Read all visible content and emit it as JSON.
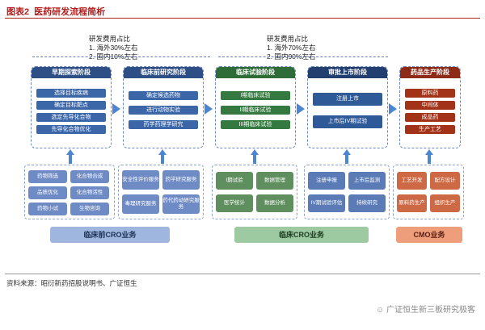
{
  "header": {
    "figure_no": "图表2",
    "title": "医药研发流程简析"
  },
  "notes": {
    "left": {
      "line1": "研发费用占比",
      "line2": "1. 海外30%左右",
      "line3": "2. 国内10%左右"
    },
    "right": {
      "line1": "研发费用占比",
      "line2": "1. 海外70%左右",
      "line3": "2. 国内90%左右"
    }
  },
  "stages": [
    {
      "title": "早期探索阶段",
      "items": [
        "选择目标疾病",
        "确定目标靶点",
        "选定先导化合物",
        "先导化合物优化"
      ]
    },
    {
      "title": "临床前研究阶段",
      "items": [
        "确定候选药物",
        "进行动物实验",
        "药学药理学研究"
      ]
    },
    {
      "title": "临床试验阶段",
      "items": [
        "I期临床试验",
        "II期临床试验",
        "III期临床试验"
      ]
    },
    {
      "title": "审批上市阶段",
      "items": [
        "注册上市",
        "上市后IV期试验"
      ]
    },
    {
      "title": "药品生产阶段",
      "items": [
        "原料药",
        "中间体",
        "成品药",
        "生产工艺"
      ]
    }
  ],
  "services": {
    "preclinical": [
      "药物筛选",
      "化合物合成",
      "品质优化",
      "化合物活性",
      "药物小试",
      "生物咨询",
      "安全性评价服务",
      "药学研究服务",
      "毒理研究服务",
      "药代药动研究服务"
    ],
    "clinical": [
      "I期试验",
      "数据管理",
      "医学统计",
      "数据分析",
      "注册申报",
      "上市后监测",
      "IV期试验评估",
      "持续研究"
    ],
    "cmo": [
      "工艺开发",
      "配方设计",
      "原料药生产",
      "组织生产"
    ]
  },
  "bars": {
    "preclinical": "临床前CRO业务",
    "clinical": "临床CRO业务",
    "cmo": "CMO业务"
  },
  "source": "资料来源：昭衍新药招股说明书、广证恒生",
  "watermark": "广证恒生新三板研究极客"
}
